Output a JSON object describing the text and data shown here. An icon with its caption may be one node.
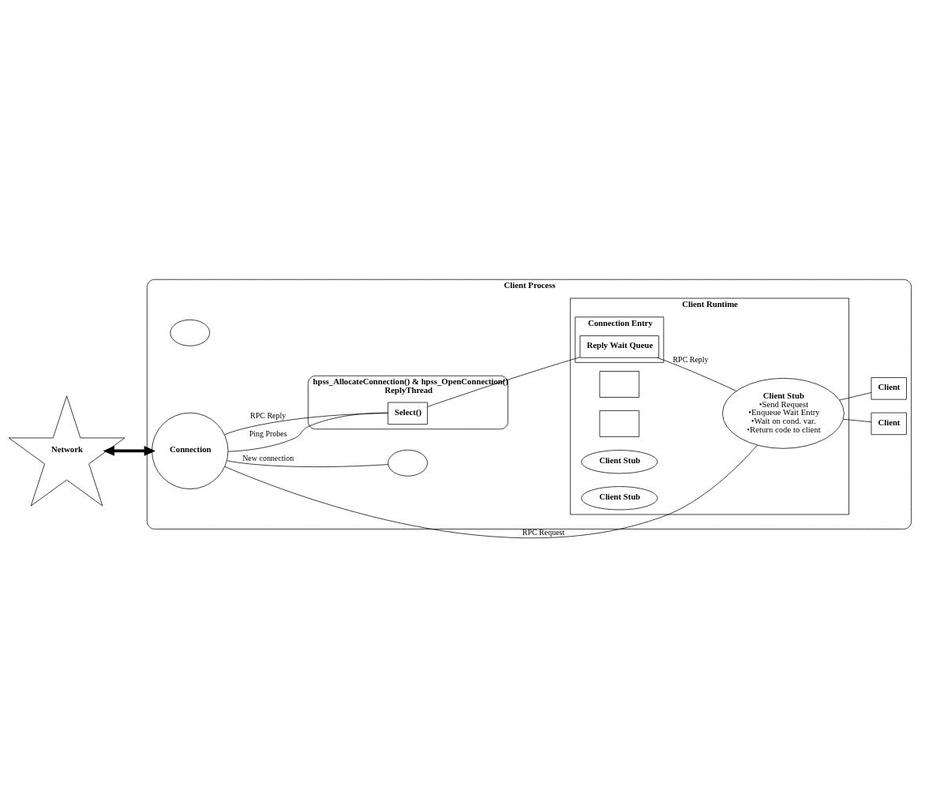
{
  "diagram": {
    "nodes": [
      {
        "text": [
          "Network"
        ]
      },
      {
        "text": [
          "Client Process"
        ]
      },
      {
        "text": [
          "Client Runtime"
        ],
        "in": 1
      },
      {
        "text": [],
        "shape": "ellipse",
        "in": 1
      },
      {
        "text": [],
        "shape": "ellipse",
        "in": 1
      },
      {
        "text": [
          "ReplyThread"
        ],
        "in": 1,
        "beside": [
          "hpss_AllocateConnection() & hpss_OpenConnection()"
        ]
      },
      {
        "text": [
          "Select()"
        ],
        "in": 5
      },
      {
        "text": [
          "Connection"
        ],
        "in": 1
      },
      {
        "text": [],
        "shape": "box",
        "in": 2
      },
      {
        "text": [],
        "shape": "box",
        "in": 2
      },
      {
        "text": [
          "Connection Entry"
        ],
        "in": 2
      },
      {
        "text": [
          "Reply Wait Queue"
        ],
        "in": 10
      },
      {
        "text": [
          "Client Stub"
        ],
        "in": 2
      },
      {
        "text": [
          "Client Stub"
        ],
        "in": 2
      },
      {
        "text": [
          "Client Stub",
          "•Send Request",
          "•Enqueue Wait Entry",
          "•Wait on cond. var.",
          "•Return code to client"
        ],
        "in": 2
      },
      {
        "text": [
          "Client"
        ],
        "in": 1
      },
      {
        "text": [
          "Client"
        ],
        "in": 1
      }
    ],
    "edges": [
      {
        "from": 0,
        "to": 7,
        "arrow": "both",
        "style": "thick"
      },
      {
        "from": 7,
        "to": 3,
        "arrow": "none",
        "label": "New connection"
      },
      {
        "from": 7,
        "to": 6,
        "arrow": "none",
        "label": "Ping Probes"
      },
      {
        "from": 7,
        "to": 6,
        "arrow": "none",
        "label": "RPC Reply"
      },
      {
        "from": 7,
        "to": 14,
        "arrow": "none",
        "label": "RPC Request"
      },
      {
        "from": 6,
        "to": 11,
        "arrow": "none"
      },
      {
        "from": 11,
        "to": 14,
        "arrow": "none",
        "label": "RPC Reply"
      },
      {
        "from": 14,
        "to": 15,
        "arrow": "none"
      },
      {
        "from": 14,
        "to": 16,
        "arrow": "none"
      }
    ]
  }
}
